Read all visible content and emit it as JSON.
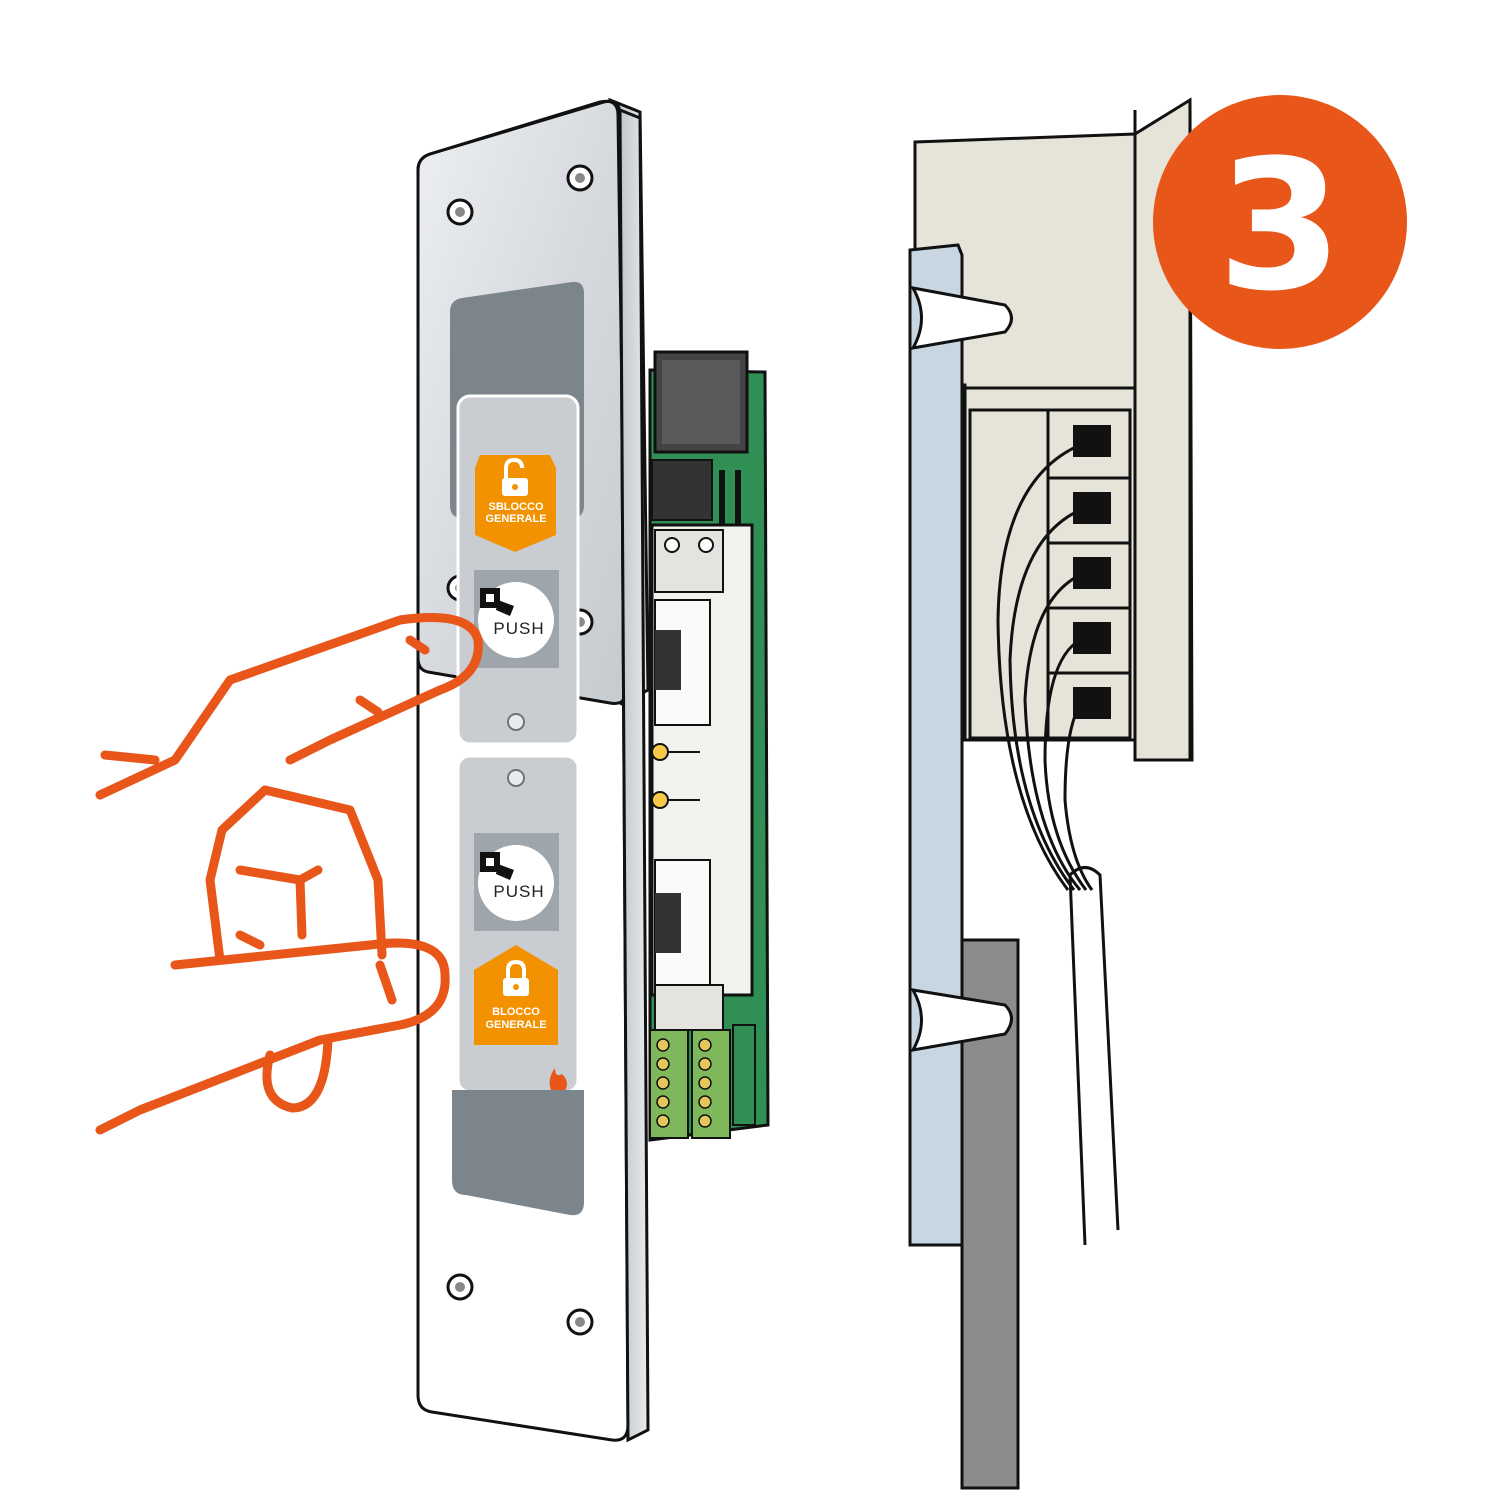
{
  "step": {
    "number": "3"
  },
  "panel": {
    "top_label_line1": "SBLOCCO",
    "top_label_line2": "GENERALE",
    "bottom_label_line1": "BLOCCO",
    "bottom_label_line2": "GENERALE",
    "push_top": "PUSH",
    "push_bottom": "PUSH"
  },
  "colors": {
    "accent_orange": "#e8561a",
    "label_orange": "#f39200",
    "plate_silver": "#d9dde2",
    "panel_grey": "#7d858c",
    "wall_beige": "#e6e3d8",
    "plaster_blue": "#c7d6e0",
    "pcb_green": "#2f8f55"
  },
  "icons": {
    "hand": "pointing-hand-icon",
    "key": "key-icon",
    "unlock": "padlock-open-icon",
    "lock": "padlock-closed-icon",
    "fire": "flame-icon"
  }
}
